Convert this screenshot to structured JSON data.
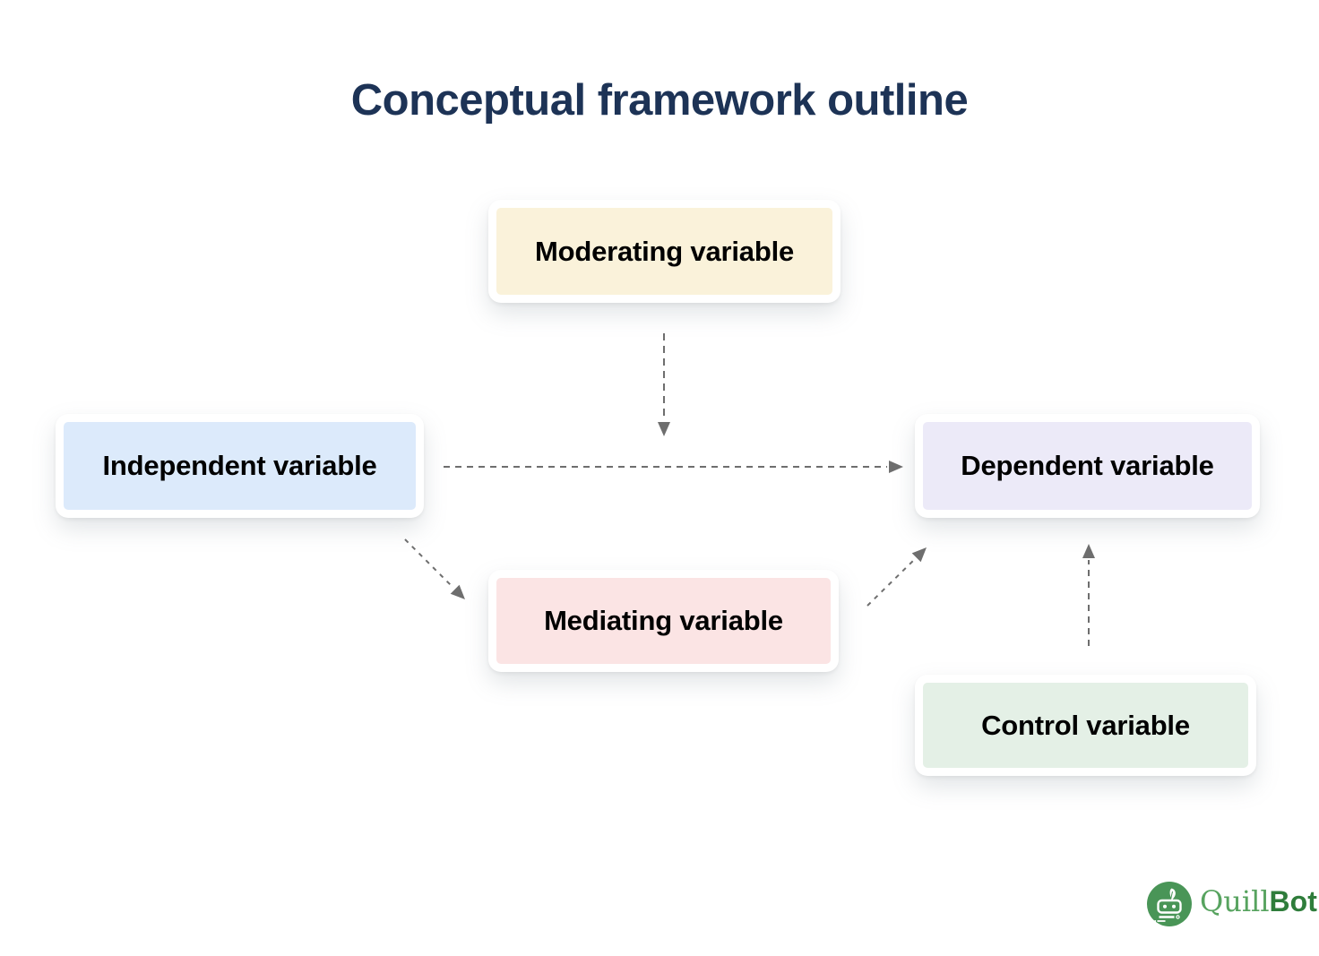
{
  "page": {
    "title": "Conceptual framework outline",
    "title_color": "#1d3356",
    "background": "#ffffff"
  },
  "diagram": {
    "text_color": "#1d3356",
    "arrow_color": "#6e6e6e",
    "nodes": {
      "moderating": {
        "label": "Moderating variable",
        "fill": "#faf2da"
      },
      "independent": {
        "label": "Independent variable",
        "fill": "#dceafb"
      },
      "dependent": {
        "label": "Dependent variable",
        "fill": "#eceaf8"
      },
      "mediating": {
        "label": "Mediating variable",
        "fill": "#fbe4e4"
      },
      "control": {
        "label": "Control variable",
        "fill": "#e4f0e6"
      }
    },
    "edges": [
      {
        "id": "moderating-to-main-path",
        "from": "Moderating variable",
        "to": "Independent-to-Dependent path",
        "style": "dashed-arrow"
      },
      {
        "id": "independent-to-dependent",
        "from": "Independent variable",
        "to": "Dependent variable",
        "style": "dashed-arrow"
      },
      {
        "id": "independent-to-mediating",
        "from": "Independent variable",
        "to": "Mediating variable",
        "style": "dashed-arrow"
      },
      {
        "id": "mediating-to-dependent",
        "from": "Mediating variable",
        "to": "Dependent variable",
        "style": "dashed-arrow"
      },
      {
        "id": "control-to-dependent",
        "from": "Control variable",
        "to": "Dependent variable",
        "style": "dashed-arrow"
      }
    ]
  },
  "branding": {
    "quill": "Quill",
    "bot": "Bot",
    "icon": "quillbot-robot-icon",
    "icon_green": "#499557",
    "quill_green": "#57a35f",
    "bot_green": "#2f7d3b"
  }
}
